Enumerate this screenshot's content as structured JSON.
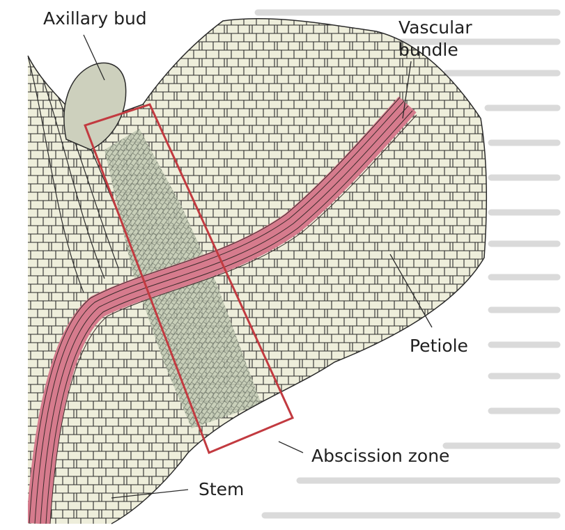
{
  "figure": {
    "colors": {
      "page": "#ffffff",
      "bleed_text": "#c8c8c8",
      "tissue": "#eeeedb",
      "cell_wall": "#2a2a2a",
      "zone_shade": "#9fae95",
      "bud": "#cdd0bd",
      "vascular": "#d67b8d",
      "zone_box": "#c23a40",
      "label": "#1f1f1f"
    },
    "labels": {
      "axillary_bud": "Axillary bud",
      "vascular_line1": "Vascular",
      "vascular_line2": "bundle",
      "petiole": "Petiole",
      "abscission_zone": "Abscission zone",
      "stem": "Stem"
    }
  }
}
